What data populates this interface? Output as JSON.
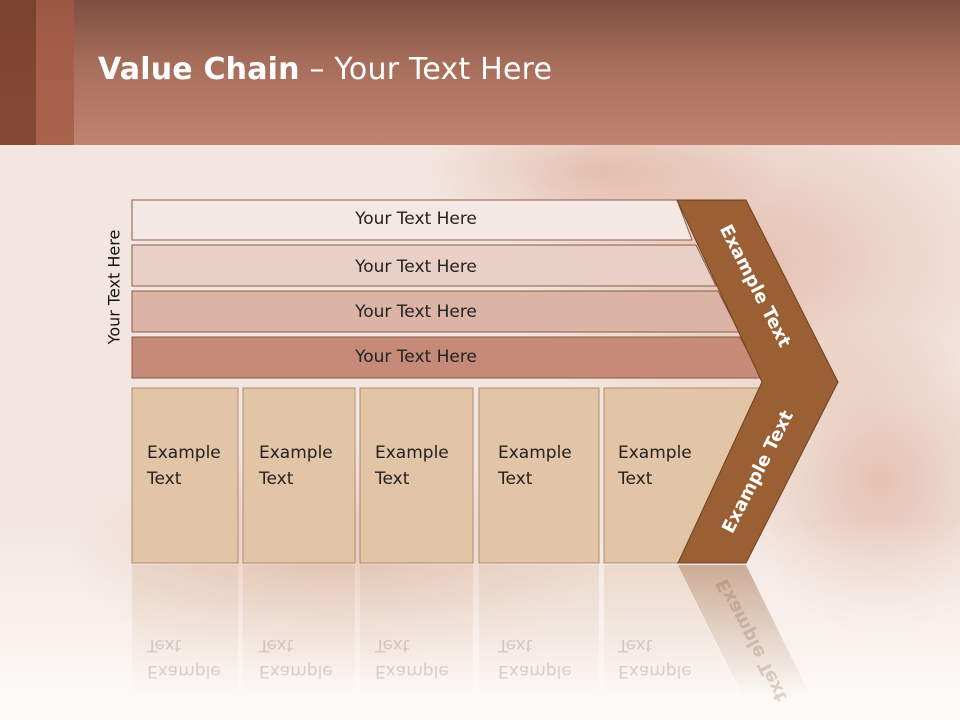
{
  "slide": {
    "title_bold": "Value Chain",
    "title_rest": " – Your Text Here",
    "side_label": "Your Text Here"
  },
  "rows": [
    {
      "label": "Your Text Here",
      "color": "#f4e8e4"
    },
    {
      "label": "Your Text Here",
      "color": "#e9d0c6"
    },
    {
      "label": "Your Text Here",
      "color": "#dcb4a5"
    },
    {
      "label": "Your Text Here",
      "color": "#c58a78"
    }
  ],
  "columns": [
    {
      "line1": "Example",
      "line2": "Text"
    },
    {
      "line1": "Example",
      "line2": "Text"
    },
    {
      "line1": "Example",
      "line2": "Text"
    },
    {
      "line1": "Example",
      "line2": "Text"
    },
    {
      "line1": "Example",
      "line2": "Text"
    }
  ],
  "chevron": {
    "upper_label": "Example Text",
    "lower_label": "Example Text",
    "color": "#9a5f33"
  },
  "colors": {
    "column_fill": "#e2c4a6",
    "header_top": "#7e4f40",
    "header_bottom": "#bf8370"
  }
}
